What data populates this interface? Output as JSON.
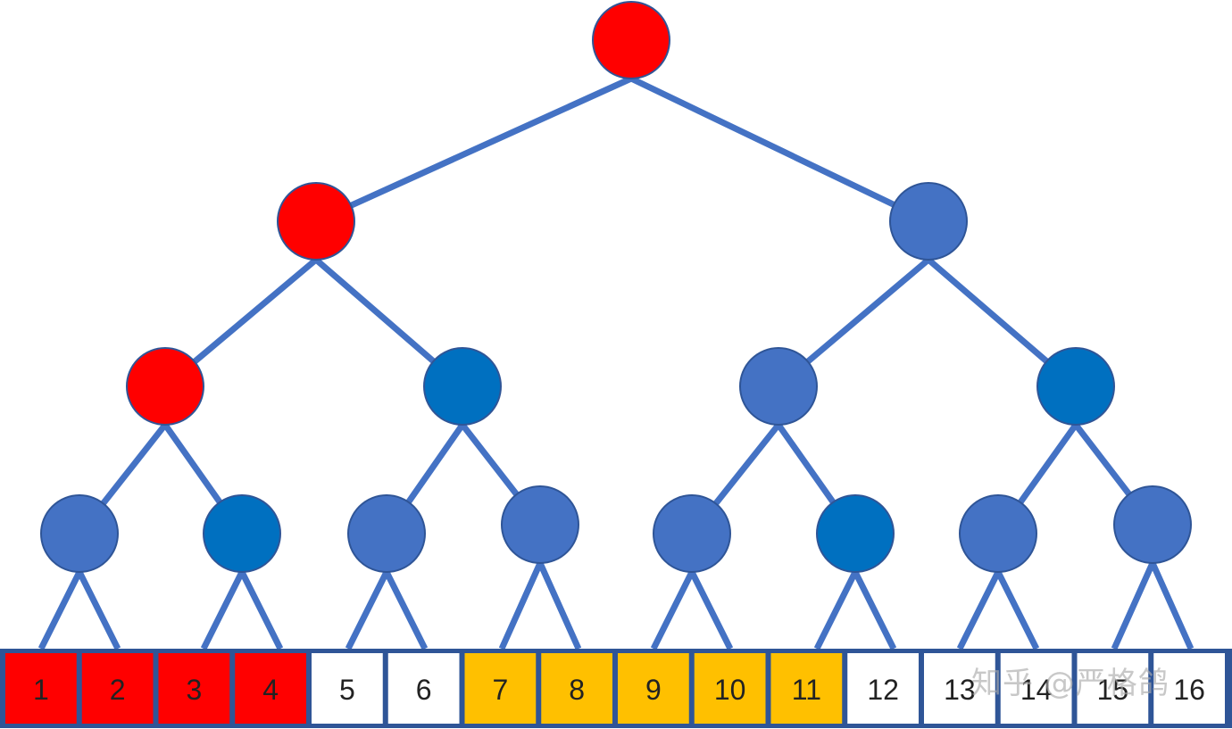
{
  "colors": {
    "edge": "#4472C4",
    "node_default": "#4472C4",
    "node_dark": "#0070C0",
    "node_red": "#FF0000",
    "node_stroke": "#2F5597",
    "cell_border": "#2F5597",
    "cell_red": "#FF0000",
    "cell_orange": "#FFC000",
    "cell_white": "#FFFFFF"
  },
  "tree": {
    "levels": [
      [
        "red"
      ],
      [
        "red",
        "default"
      ],
      [
        "red",
        "dark",
        "default",
        "dark"
      ],
      [
        "default",
        "dark",
        "default",
        "default",
        "default",
        "dark",
        "default",
        "default"
      ]
    ]
  },
  "array": {
    "cells": [
      {
        "label": "1",
        "fill": "red"
      },
      {
        "label": "2",
        "fill": "red"
      },
      {
        "label": "3",
        "fill": "red"
      },
      {
        "label": "4",
        "fill": "red"
      },
      {
        "label": "5",
        "fill": "white"
      },
      {
        "label": "6",
        "fill": "white"
      },
      {
        "label": "7",
        "fill": "orange"
      },
      {
        "label": "8",
        "fill": "orange"
      },
      {
        "label": "9",
        "fill": "orange"
      },
      {
        "label": "10",
        "fill": "orange"
      },
      {
        "label": "11",
        "fill": "orange"
      },
      {
        "label": "12",
        "fill": "white"
      },
      {
        "label": "13",
        "fill": "white"
      },
      {
        "label": "14",
        "fill": "white"
      },
      {
        "label": "15",
        "fill": "white"
      },
      {
        "label": "16",
        "fill": "white"
      }
    ]
  },
  "watermark": "知乎 @严格鸽"
}
